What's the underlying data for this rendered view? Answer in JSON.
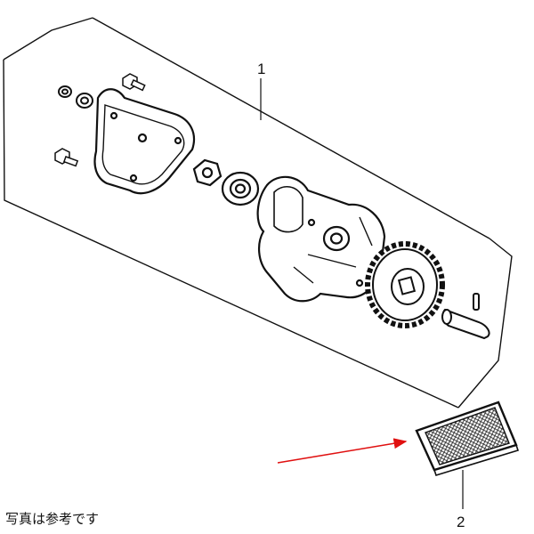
{
  "callouts": {
    "assembly": "1",
    "strainer": "2"
  },
  "caption": "写真は参考です",
  "colors": {
    "line": "#111111",
    "arrow": "#e01010",
    "background": "#ffffff"
  },
  "parts": [
    "hex-bolt-icon",
    "washer-icon",
    "pump-cover-plate-icon",
    "nut-icon",
    "seal-ring-icon",
    "pump-body-icon",
    "drive-gear-icon",
    "shaft-pin-icon",
    "oil-strainer-icon",
    "pointer-arrow-icon"
  ]
}
